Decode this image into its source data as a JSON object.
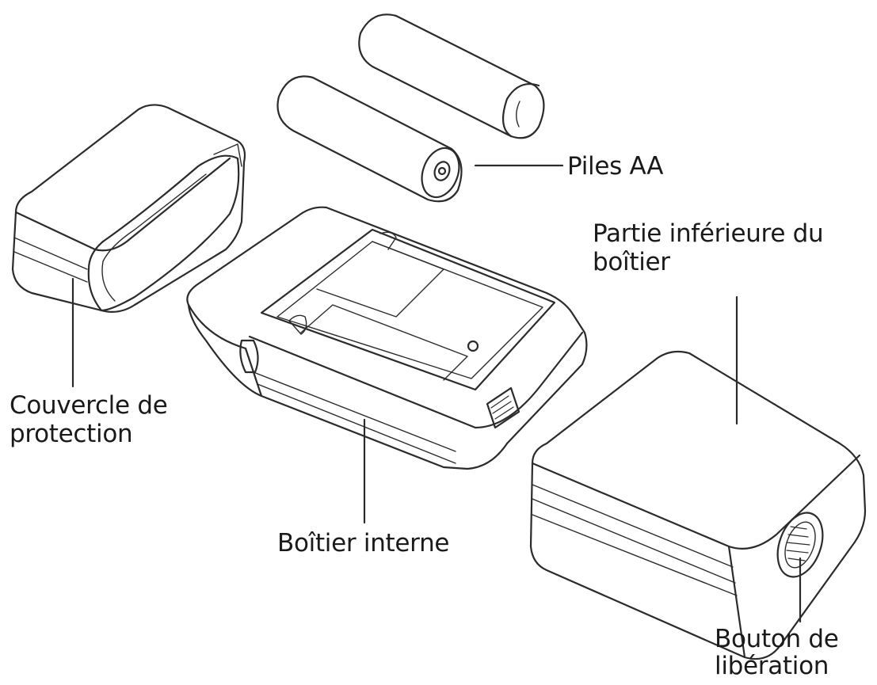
{
  "labels": {
    "piles": "Piles AA",
    "partie_line1": "Partie inférieure du",
    "partie_line2": "boîtier",
    "couvercle_line1": "Couvercle de",
    "couvercle_line2": "protection",
    "interne": "Boîtier interne",
    "bouton_line1": "Bouton de",
    "bouton_line2": "libération"
  },
  "colors": {
    "stroke": "#2b2b2b",
    "text": "#1a1a1a",
    "background": "#ffffff"
  }
}
